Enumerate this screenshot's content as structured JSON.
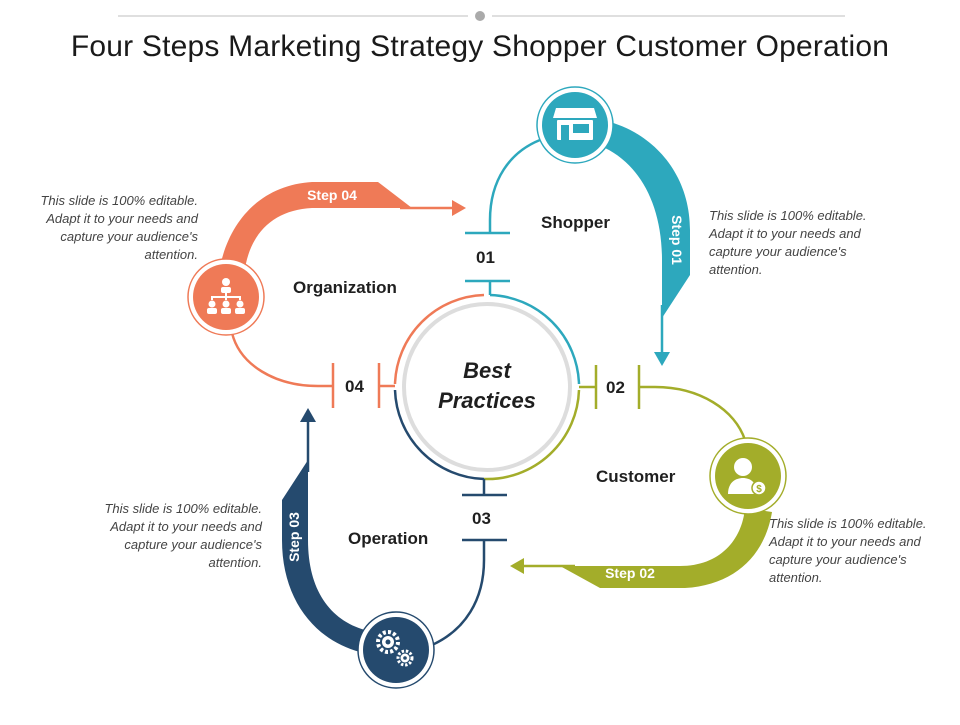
{
  "title": "Four Steps Marketing Strategy Shopper Customer Operation",
  "center": {
    "line1": "Best",
    "line2": "Practices"
  },
  "colors": {
    "teal": "#2DA8BD",
    "olive": "#A3AD2A",
    "navy": "#254A6E",
    "orange": "#EF7A57",
    "ring": "#DDDDDD"
  },
  "steps": [
    {
      "number": "01",
      "label": "Shopper",
      "step": "Step 01",
      "icon": "store-icon",
      "desc": "This slide is 100% editable. Adapt it to your needs and capture your audience's attention."
    },
    {
      "number": "02",
      "label": "Customer",
      "step": "Step 02",
      "icon": "customer-dollar-icon",
      "desc": "This slide is 100% editable. Adapt it to your needs and capture your audience's attention."
    },
    {
      "number": "03",
      "label": "Operation",
      "step": "Step 03",
      "icon": "gears-icon",
      "desc": "This slide is 100% editable. Adapt it to your needs and capture your audience's attention."
    },
    {
      "number": "04",
      "label": "Organization",
      "step": "Step 04",
      "icon": "org-chart-icon",
      "desc": "This slide is 100% editable. Adapt it to your needs and capture your audience's attention."
    }
  ]
}
